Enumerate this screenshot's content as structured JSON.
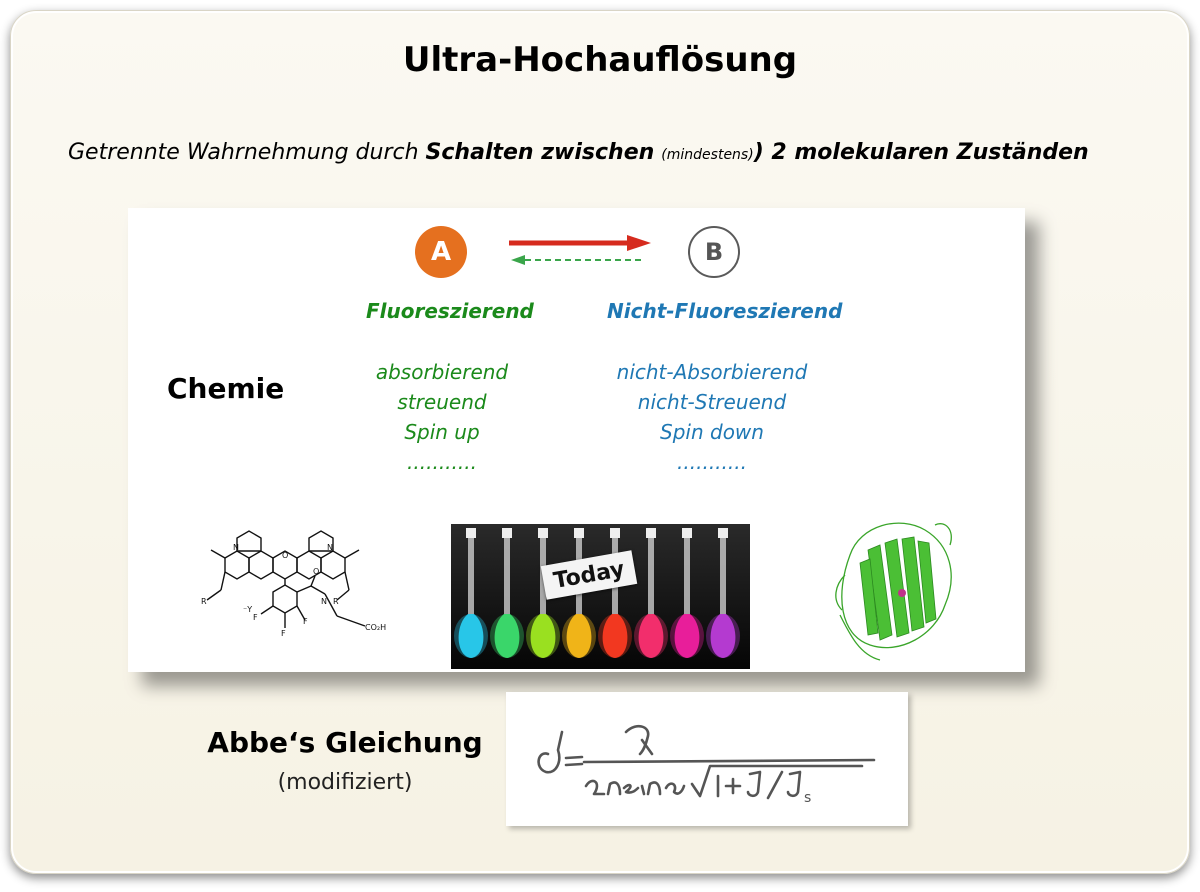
{
  "title": "Ultra-Hochauflösung",
  "subtitle": {
    "part1": "Getrennte Wahrnehmung  durch ",
    "part2": "Schalten zwischen",
    "part3": "(mindestens)",
    "part4": ") 2  molekularen Zuständen"
  },
  "states": {
    "a_label": "A",
    "b_label": "B",
    "a_heading": "Fluoreszierend",
    "b_heading": "Nicht-Fluoreszierend",
    "a_items": [
      "absorbierend",
      "streuend",
      "Spin up",
      "..........."
    ],
    "b_items": [
      "nicht-Absorbierend",
      "nicht-Streuend",
      "Spin down",
      "..........."
    ]
  },
  "chemie_label": "Chemie",
  "photo_sign": "Today",
  "equation": {
    "heading": "Abbe‘s Gleichung",
    "subheading": "(modifiziert)"
  },
  "colors": {
    "a_circle": "#e5701f",
    "forward_arrow": "#d62b1e",
    "back_arrow": "#3aa54a",
    "green_text": "#1b8a1b",
    "blue_text": "#1f78b4",
    "protein": "#3aa52a"
  },
  "flask_colors": [
    "#28c6e8",
    "#3ad66a",
    "#9ae020",
    "#f0b418",
    "#f23820",
    "#f22e6c",
    "#e81e9a",
    "#b43ad0"
  ]
}
